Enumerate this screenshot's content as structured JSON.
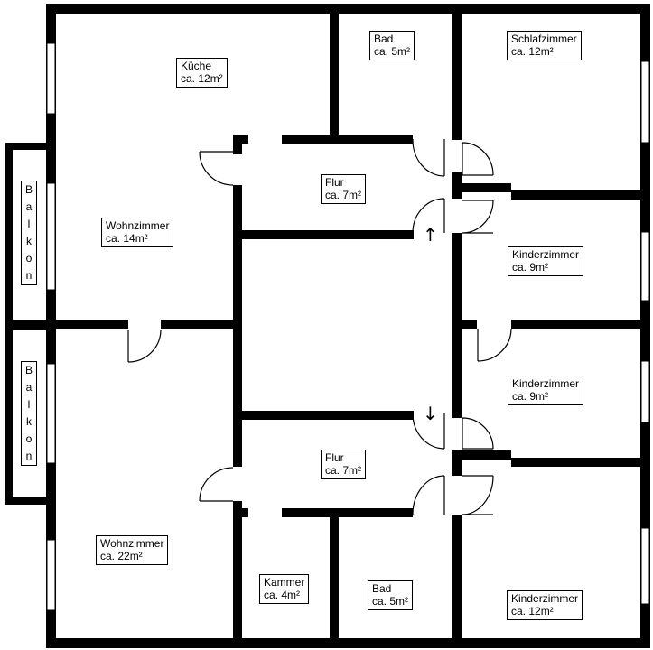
{
  "rooms": {
    "kueche": {
      "name": "Küche",
      "area": "ca. 12m²"
    },
    "bad_top": {
      "name": "Bad",
      "area": "ca. 5m²"
    },
    "schlaf": {
      "name": "Schlafzimmer",
      "area": "ca. 12m²"
    },
    "flur_top": {
      "name": "Flur",
      "area": "ca. 7m²"
    },
    "wohn_top": {
      "name": "Wohnzimmer",
      "area": "ca. 14m²"
    },
    "kinder1": {
      "name": "Kinderzimmer",
      "area": "ca. 9m²"
    },
    "kinder2": {
      "name": "Kinderzimmer",
      "area": "ca. 9m²"
    },
    "flur_bottom": {
      "name": "Flur",
      "area": "ca. 7m²"
    },
    "wohn_bottom": {
      "name": "Wohnzimmer",
      "area": "ca. 22m²"
    },
    "kammer": {
      "name": "Kammer",
      "area": "ca. 4m²"
    },
    "bad_bottom": {
      "name": "Bad",
      "area": "ca. 5m²"
    },
    "kinder3": {
      "name": "Kinderzimmer",
      "area": "ca. 12m²"
    }
  },
  "balconies": [
    {
      "letters": [
        "B",
        "a",
        "l",
        "k",
        "o",
        "n"
      ]
    },
    {
      "letters": [
        "B",
        "a",
        "l",
        "k",
        "o",
        "n"
      ]
    }
  ],
  "arrows": {
    "up": "↑",
    "down": "↓"
  },
  "colors": {
    "wall": "#000000",
    "background": "#ffffff",
    "window": "#ffffff"
  }
}
